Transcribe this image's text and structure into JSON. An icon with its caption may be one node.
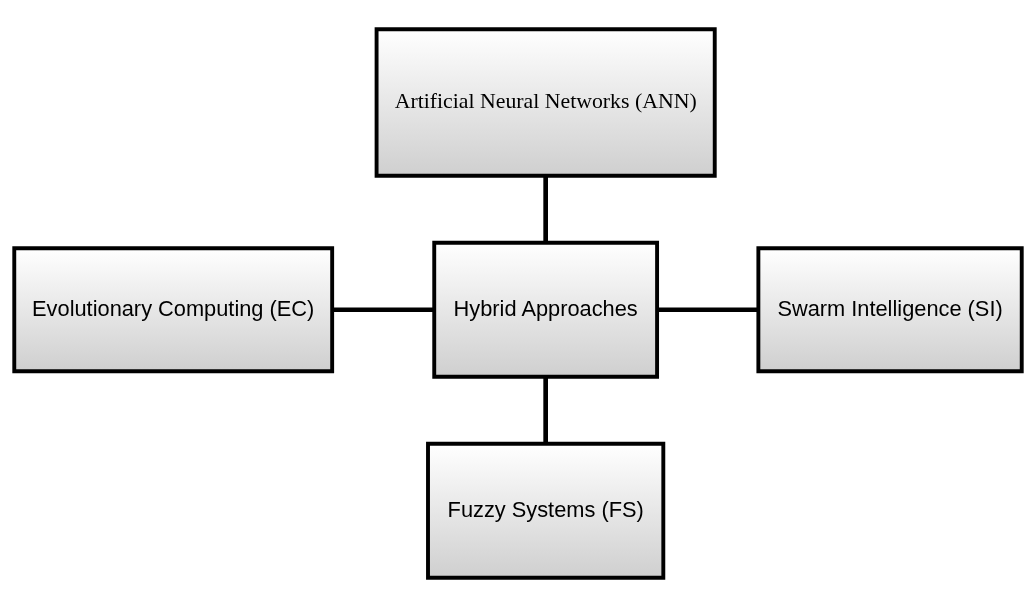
{
  "diagram": {
    "nodes": [
      {
        "text": [
          "Artificial Neural Networks (ANN)"
        ]
      },
      {
        "text": [
          "Evolutionary Computing (EC)"
        ]
      },
      {
        "text": [
          "Hybrid Approaches"
        ]
      },
      {
        "text": [
          "Swarm Intelligence (SI)"
        ]
      },
      {
        "text": [
          "Fuzzy Systems (FS)"
        ]
      }
    ],
    "edges": [
      {
        "from": 0,
        "to": 2,
        "arrow": "none"
      },
      {
        "from": 1,
        "to": 2,
        "arrow": "none"
      },
      {
        "from": 2,
        "to": 3,
        "arrow": "none"
      },
      {
        "from": 2,
        "to": 4,
        "arrow": "none"
      }
    ]
  }
}
